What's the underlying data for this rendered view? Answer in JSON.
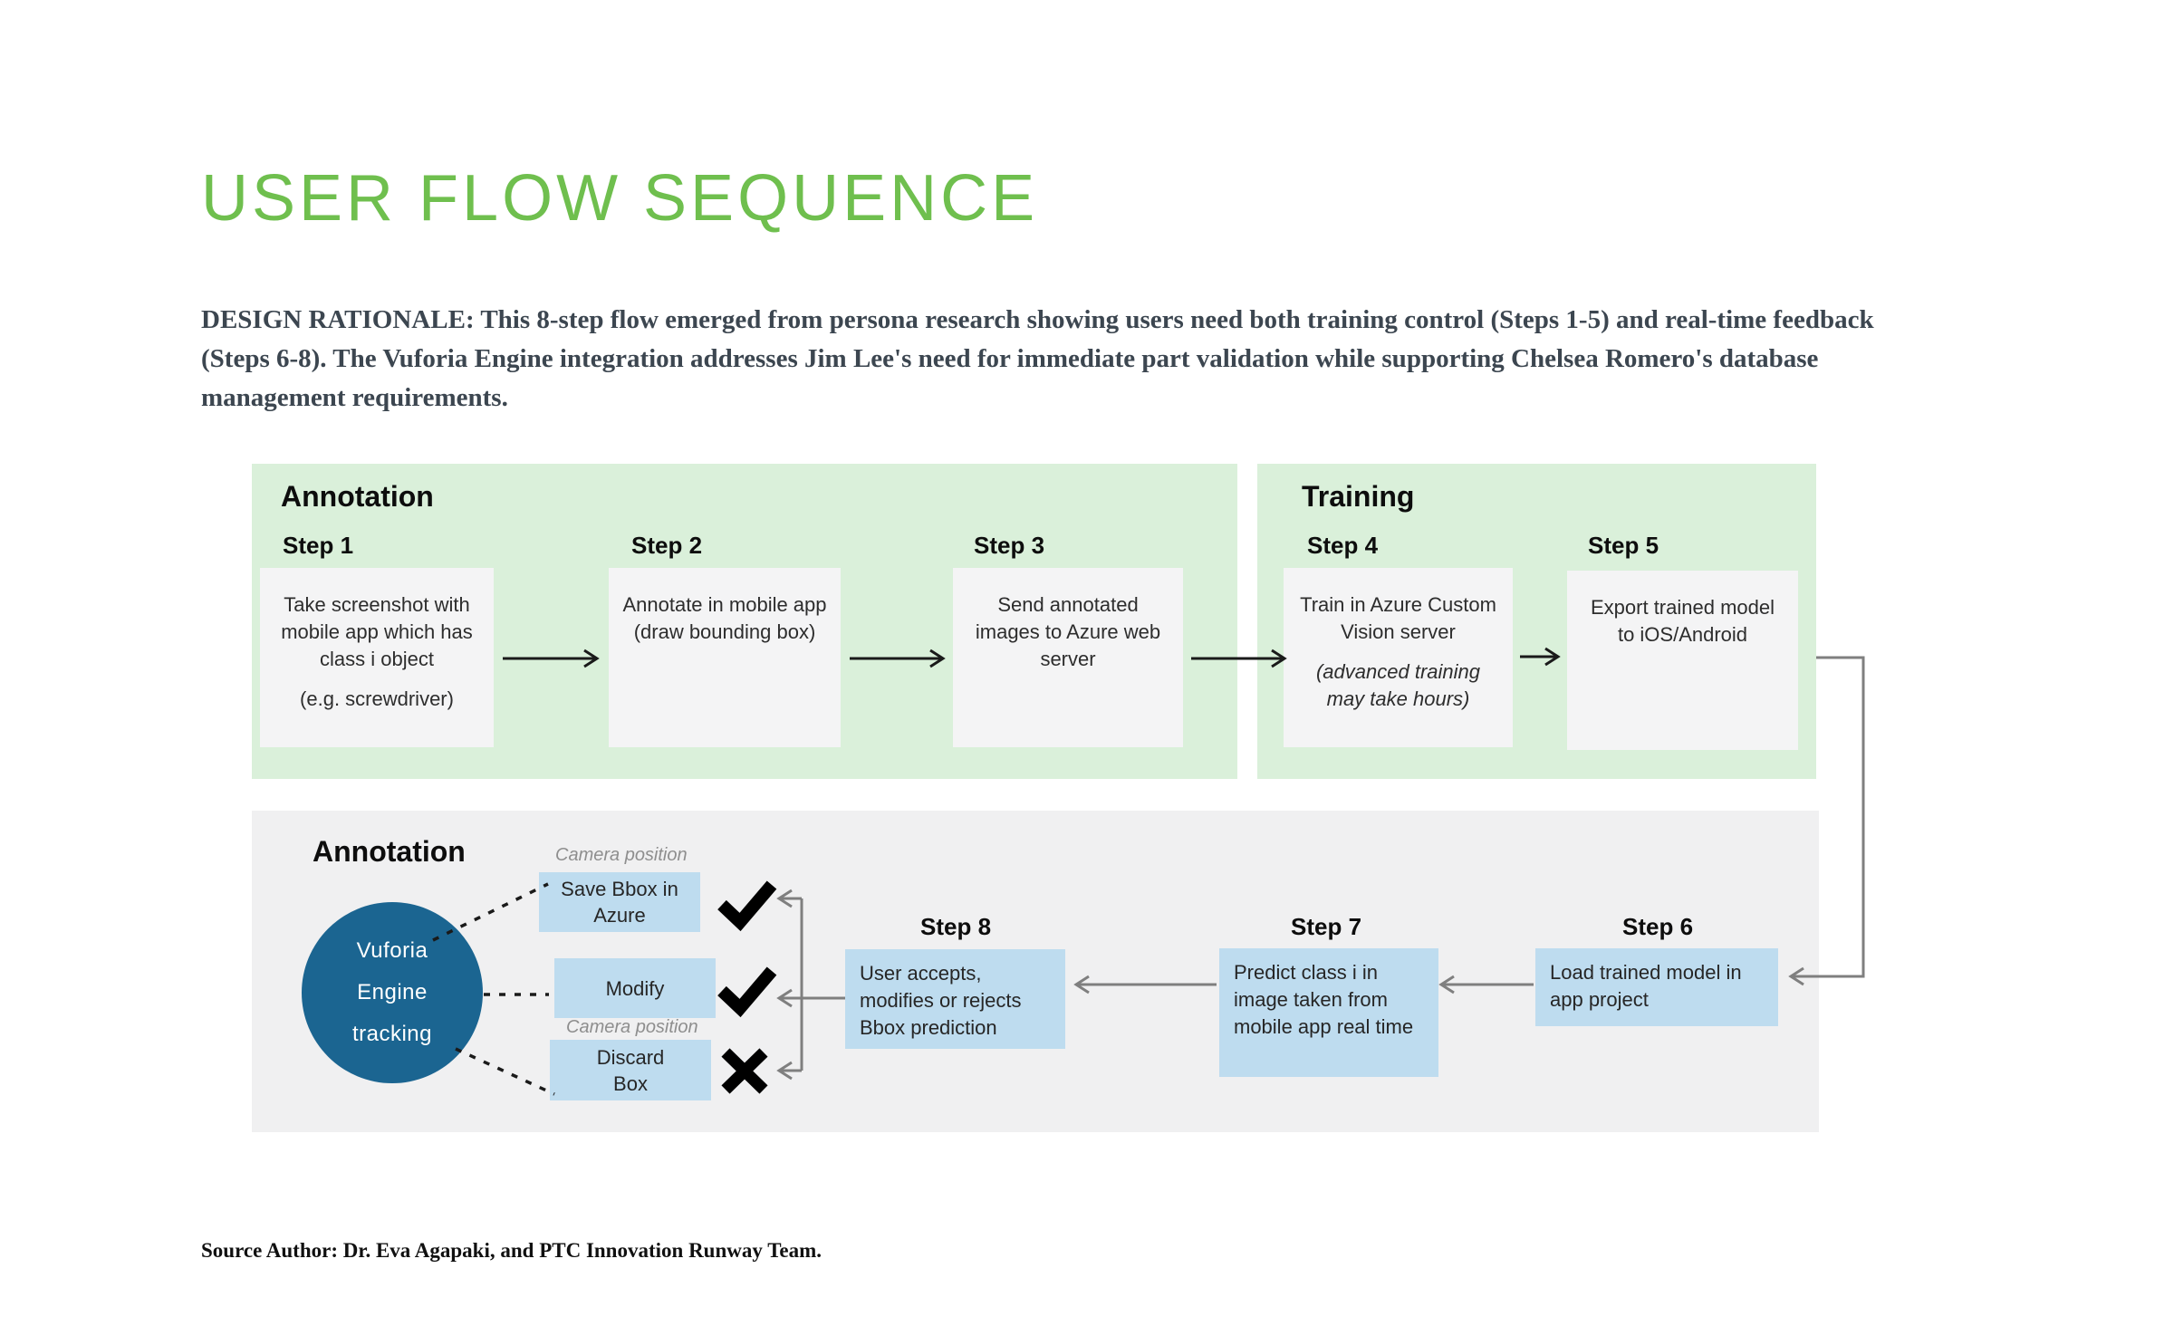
{
  "page": {
    "title": "USER FLOW SEQUENCE",
    "rationale": "DESIGN RATIONALE: This 8-step flow emerged from persona research showing users need both training control (Steps 1-5) and real-time feedback (Steps 6-8). The Vuforia Engine integration addresses Jim Lee's need for immediate part validation while supporting Chelsea Romero's database management requirements.",
    "source": "Source Author: Dr. Eva Agapaki, and PTC Innovation Runway Team."
  },
  "colors": {
    "title_green": "#6fbf4e",
    "panel_green": "#daf0da",
    "panel_gray": "#f0f0f1",
    "card_white": "#f4f4f5",
    "card_blue": "#bedcef",
    "circle_blue": "#1b6591",
    "line_black": "#1a1a1a",
    "line_gray": "#7f7f7f"
  },
  "annotation_panel": {
    "header": "Annotation",
    "steps": [
      {
        "label": "Step 1",
        "text": "Take screenshot with mobile app which has class i object",
        "note": "(e.g. screwdriver)"
      },
      {
        "label": "Step 2",
        "text": "Annotate in mobile app (draw bounding box)"
      },
      {
        "label": "Step 3",
        "text": "Send annotated images to Azure web server"
      }
    ]
  },
  "training_panel": {
    "header": "Training",
    "steps": [
      {
        "label": "Step 4",
        "text": "Train in Azure Custom Vision server",
        "note_italic": "(advanced training may take hours)"
      },
      {
        "label": "Step 5",
        "text": "Export trained model to iOS/Android"
      }
    ]
  },
  "tracking_panel": {
    "header": "Annotation",
    "circle_lines": [
      "Vuforia",
      "Engine",
      "tracking"
    ],
    "camera_label_top": "Camera position",
    "camera_label_bottom": "Camera position",
    "options": [
      {
        "label": "Save Bbox in Azure",
        "result": "check-icon"
      },
      {
        "label": "Modify",
        "result": "check-icon"
      },
      {
        "label": "Discard Box",
        "result": "cross-icon"
      }
    ],
    "steps": [
      {
        "label": "Step 6",
        "text": "Load trained model in app project"
      },
      {
        "label": "Step 7",
        "text": "Predict class i in image taken from mobile app real time"
      },
      {
        "label": "Step 8",
        "text": "User accepts, modifies or rejects Bbox prediction"
      }
    ]
  }
}
